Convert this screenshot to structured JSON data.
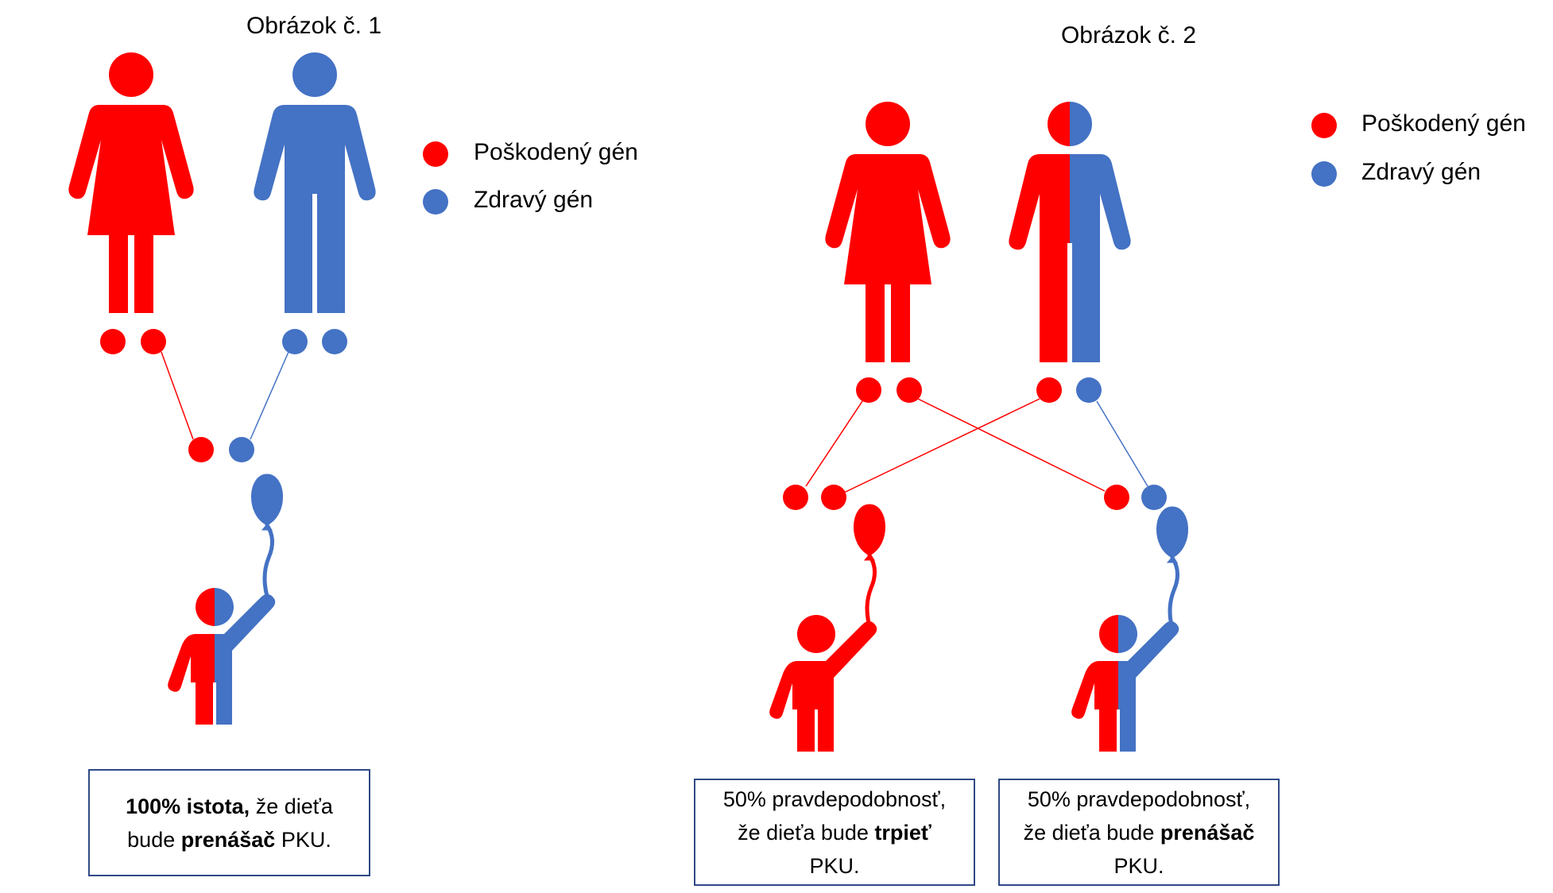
{
  "colors": {
    "damaged": "#ff0000",
    "healthy": "#4472c4",
    "box_border": "#2f4a86"
  },
  "figure1": {
    "title": "Obrázok č. 1",
    "legend": {
      "damaged": "Poškodený gén",
      "healthy": "Zdravý gén"
    },
    "caption": {
      "l1a": "100% istota,",
      "l1b": " že dieťa",
      "l2a": "bude ",
      "l2b": "prenášač",
      "l2c": " PKU."
    }
  },
  "figure2": {
    "title": "Obrázok č. 2",
    "legend": {
      "damaged": "Poškodený gén",
      "healthy": "Zdravý gén"
    },
    "caption_left": {
      "l1": "50% pravdepodobnosť,",
      "l2a": "že dieťa bude ",
      "l2b": "trpieť",
      "l3": "PKU."
    },
    "caption_right": {
      "l1": "50% pravdepodobnosť,",
      "l2a": "že dieťa bude ",
      "l2b": "prenášač",
      "l3": "PKU."
    }
  }
}
